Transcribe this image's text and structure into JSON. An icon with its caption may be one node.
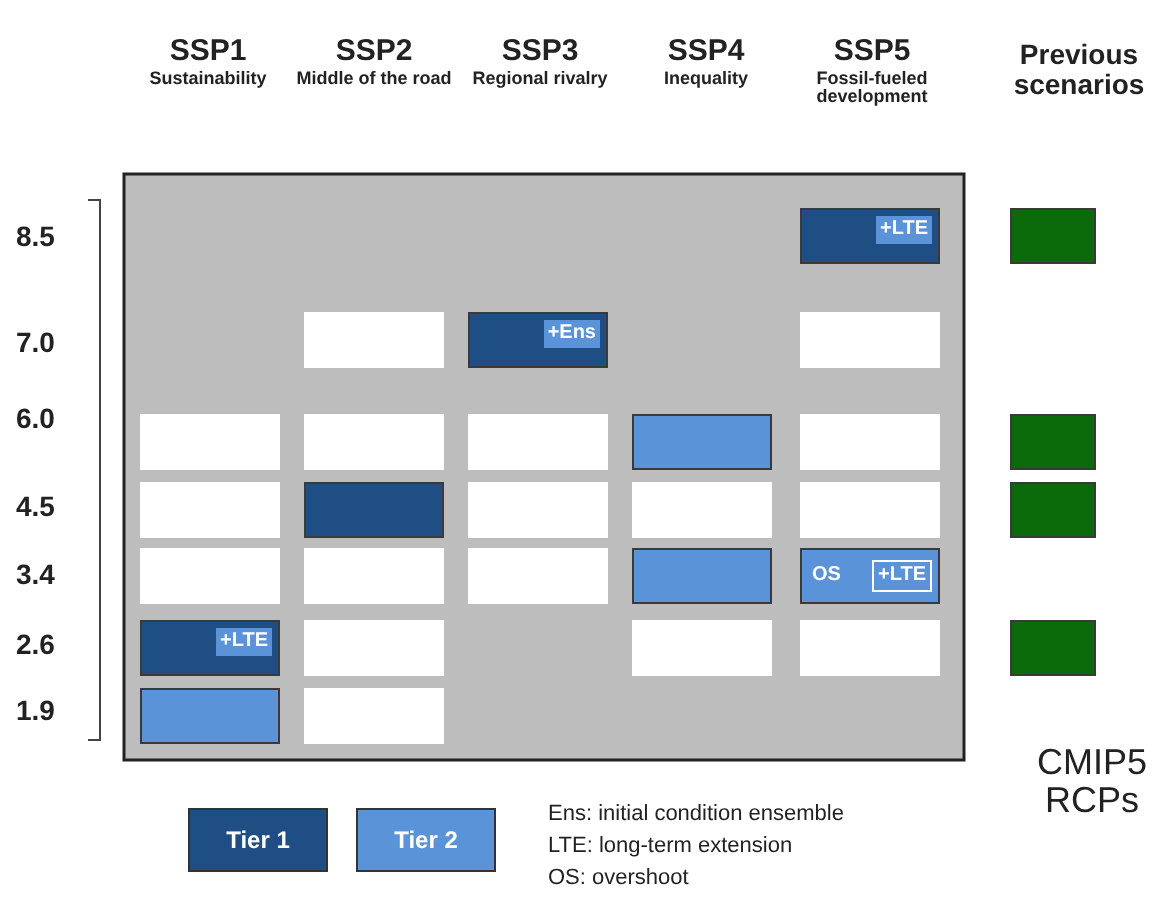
{
  "diagram": {
    "nodes": [
      {
        "text": [
          "+LTE"
        ]
      },
      {
        "text": [],
        "shape": "box"
      },
      {
        "text": [],
        "shape": "box"
      },
      {
        "text": [
          "+Ens"
        ]
      },
      {
        "text": [],
        "shape": "box"
      },
      {
        "text": [],
        "shape": "box"
      },
      {
        "text": [],
        "shape": "box"
      },
      {
        "text": [],
        "shape": "box"
      },
      {
        "text": [],
        "shape": "box"
      },
      {
        "text": [],
        "shape": "box"
      },
      {
        "text": [],
        "shape": "box"
      },
      {
        "text": [],
        "shape": "box"
      },
      {
        "text": [],
        "shape": "box"
      },
      {
        "text": [],
        "shape": "box"
      },
      {
        "text": [],
        "shape": "box"
      },
      {
        "text": [],
        "shape": "box"
      },
      {
        "text": [],
        "shape": "box"
      },
      {
        "text": [],
        "shape": "box"
      },
      {
        "text": [],
        "shape": "box"
      },
      {
        "text": [],
        "shape": "box"
      },
      {
        "text": [],
        "shape": "box"
      },
      {
        "text": [
          "OS",
          "+LTE"
        ]
      },
      {
        "text": [
          "+LTE"
        ]
      },
      {
        "text": [],
        "shape": "box"
      },
      {
        "text": [],
        "shape": "box"
      },
      {
        "text": [],
        "shape": "box"
      },
      {
        "text": [],
        "shape": "box"
      },
      {
        "text": [],
        "shape": "box"
      },
      {
        "text": [],
        "shape": "box"
      }
    ],
    "labels": [
      "SSP1",
      "Sustainability",
      "SSP2",
      "Middle of the road",
      "SSP3",
      "Regional rivalry",
      "SSP4",
      "Inequality",
      "SSP5",
      "Fossil-fueled development",
      "Previous scenarios",
      "8.5",
      "7.0",
      "6.0",
      "4.5",
      "3.4",
      "2.6",
      "1.9",
      "CMIP5 RCPs",
      "Ens: initial condition ensemble",
      "LTE: long-term extension",
      "OS: overshoot"
    ],
    "legend": [
      {
        "text": "Tier 1",
        "color": "#1f4e85"
      },
      {
        "text": "Tier 2",
        "color": "#5b93d8"
      }
    ]
  }
}
